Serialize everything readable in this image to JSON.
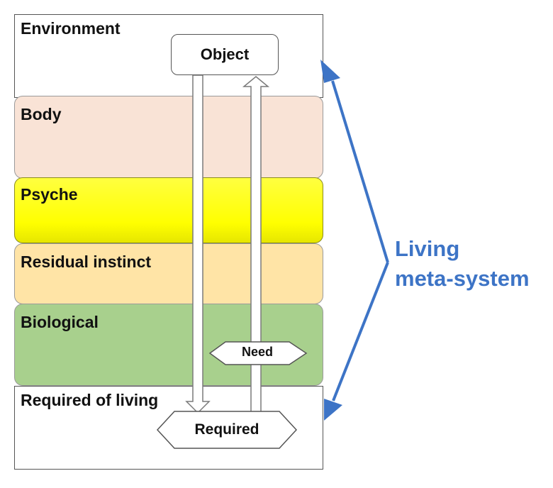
{
  "layers": {
    "environment": "Environment",
    "body": "Body",
    "psyche": "Psyche",
    "residual": "Residual instinct",
    "biological": "Biological",
    "required_of_living": "Required of living"
  },
  "nodes": {
    "object": "Object",
    "need": "Need",
    "required": "Required"
  },
  "meta_label": {
    "line1": "Living",
    "line2": "meta-system"
  },
  "colors": {
    "body": "#f9e3d6",
    "psyche": "#ffff00",
    "residual": "#ffe4a6",
    "biological": "#a8d08d",
    "accent": "#3d74c6"
  }
}
